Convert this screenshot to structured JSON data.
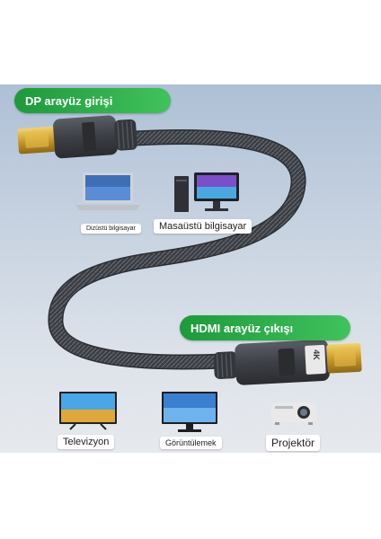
{
  "labels": {
    "dp_input": "DP arayüz girişi",
    "hdmi_output": "HDMI arayüz çıkışı",
    "laptop": "Dizüstü bilgisayar",
    "desktop": "Masaüstü bilgisayar",
    "tv": "Televizyon",
    "monitor": "Görüntülemek",
    "projector": "Projektör"
  },
  "connector_mark": "4K",
  "colors": {
    "pill_green": "#2fae4a",
    "cable_dark": "#3a3d42",
    "panel_blue": "#b9c8da"
  }
}
